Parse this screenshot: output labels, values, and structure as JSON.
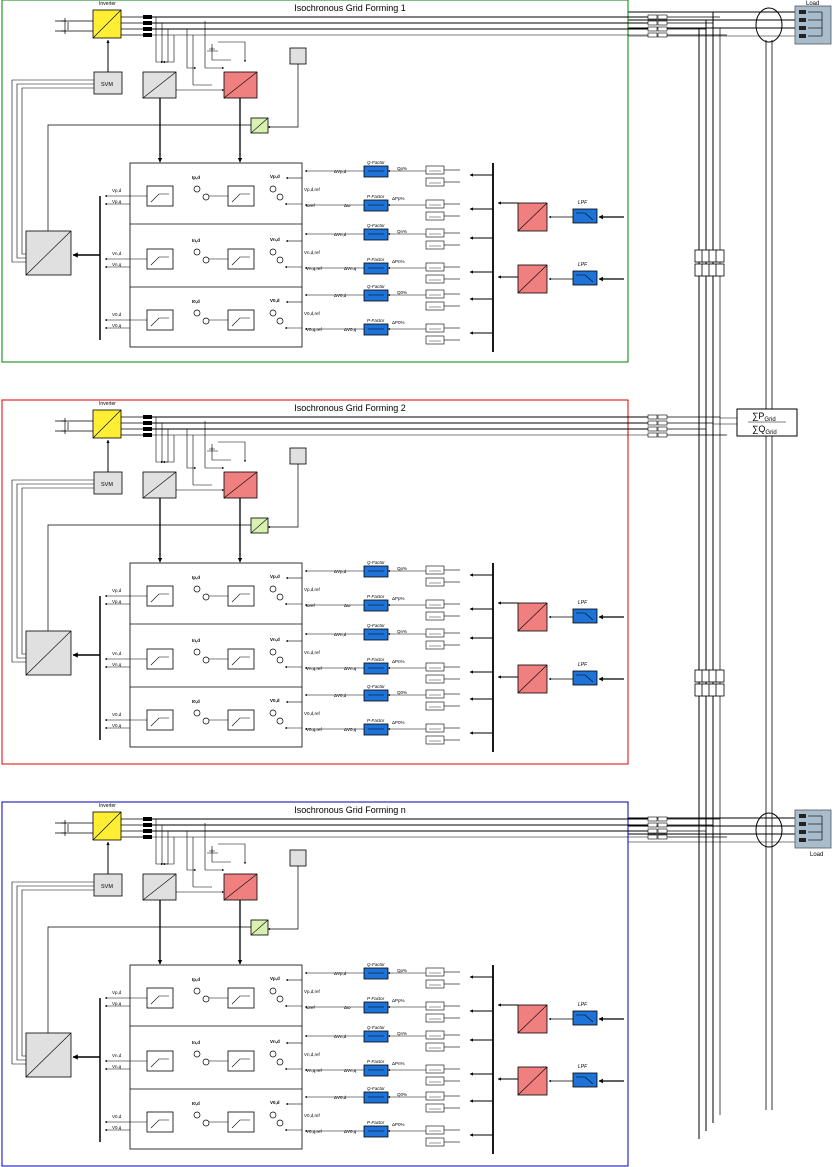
{
  "colors": {
    "panel_1": "#008000",
    "panel_2": "#e00000",
    "panel_3": "#0000b0",
    "inverter": "#ffee33",
    "controller_red": "#f08080",
    "filter_blue": "#1e73d8",
    "block_grey": "#e0e0e0",
    "load_box": "#a9bccb",
    "pll_green": "#d8f0b0",
    "highlight_red": "#e00000",
    "highlight_blue": "#0000cc"
  },
  "panels": [
    {
      "title": "Isochronous Grid Forming 1"
    },
    {
      "title": "Isochronous Grid Forming 2"
    },
    {
      "title": "Isochronous Grid Forming n"
    }
  ],
  "labels": {
    "inverter": "Inverter",
    "svm": "SVM",
    "lpf": "LPF",
    "load": "Load",
    "q_factor": "Q-Factor",
    "p_factor": "P-Factor",
    "sum_p": "∑P",
    "sum_q": "∑Q",
    "grid_sub": "Grid"
  },
  "rows": [
    {
      "i_ref": "Ip,d",
      "v_ref": "Vp,d",
      "out_a": "Vp,d",
      "out_b": "Vp,q",
      "in_a": "Vp,d,ref",
      "in_b": "ωref",
      "dq": "ΔVp,d",
      "dp": "Δω",
      "q_pct": "Qp%",
      "p_pct": "ΔPp%"
    },
    {
      "i_ref": "In,d",
      "v_ref": "Vn,d",
      "out_a": "Vn,d",
      "out_b": "Vn,q",
      "in_a": "Vn,d,ref",
      "in_b": "Vn,q,ref",
      "dq": "ΔVn,d",
      "dp": "ΔVn,q",
      "q_pct": "Qn%",
      "p_pct": "ΔPn%"
    },
    {
      "i_ref": "I0,d",
      "v_ref": "V0,d",
      "out_a": "V0,d",
      "out_b": "V0,q",
      "in_a": "V0,d,ref",
      "in_b": "V0,q,ref",
      "dq": "ΔV0,d",
      "dp": "ΔV0,q",
      "q_pct": "Q0%",
      "p_pct": "ΔP0%"
    }
  ]
}
